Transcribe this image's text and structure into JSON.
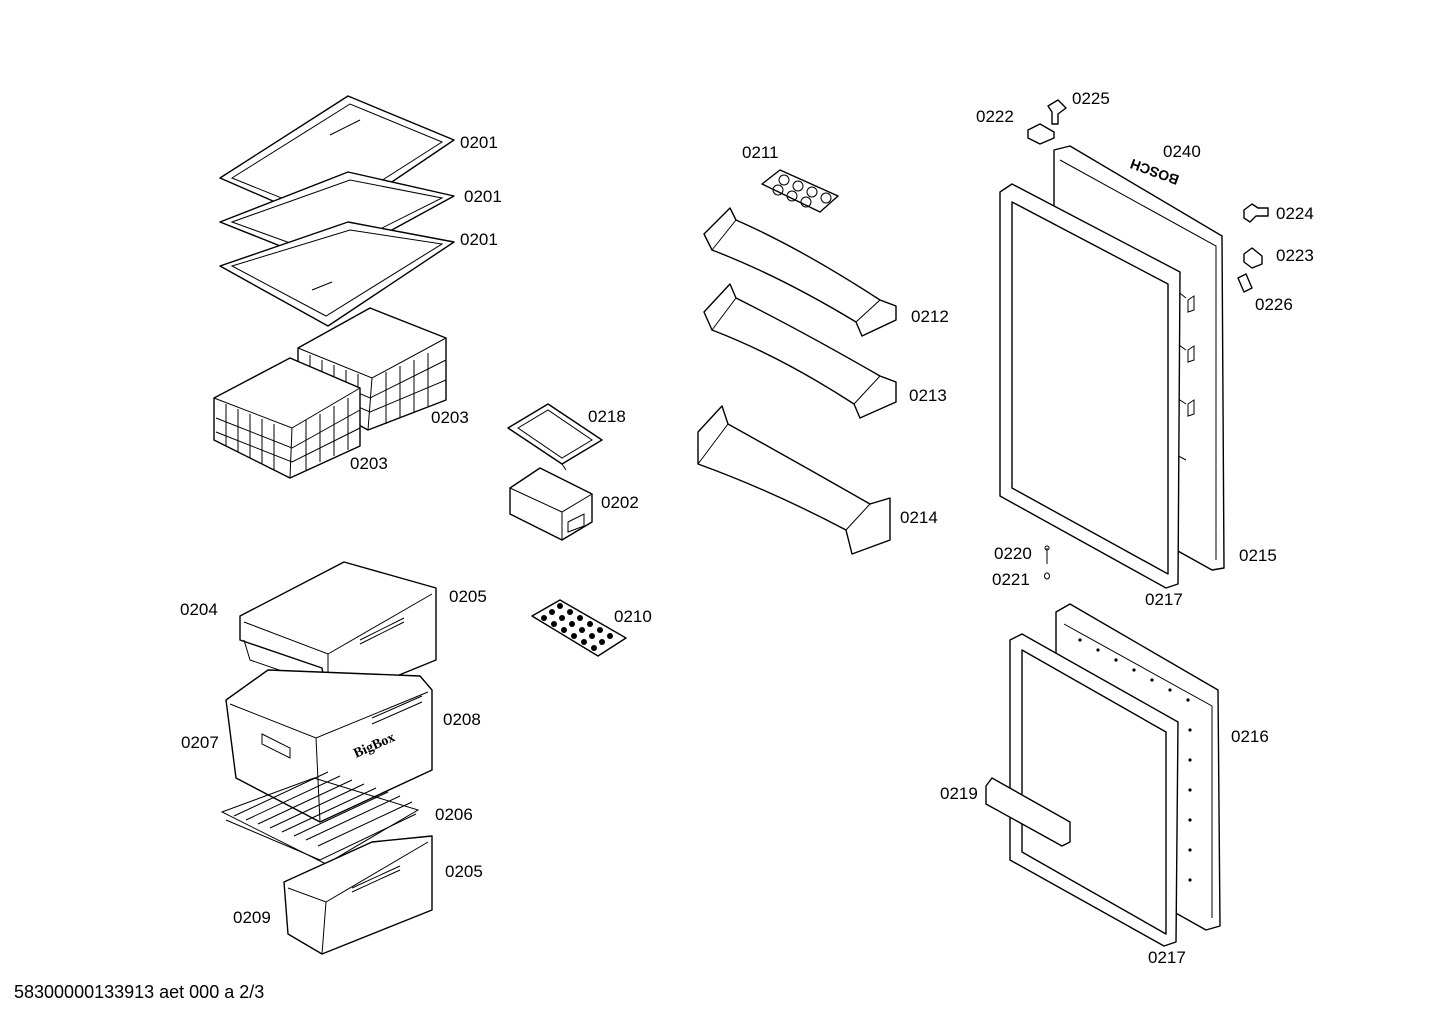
{
  "labels": [
    {
      "text": "0201"
    },
    {
      "text": "0201"
    },
    {
      "text": "0201"
    },
    {
      "text": "0203"
    },
    {
      "text": "0203"
    },
    {
      "text": "0218"
    },
    {
      "text": "0202"
    },
    {
      "text": "0211"
    },
    {
      "text": "0212"
    },
    {
      "text": "0213"
    },
    {
      "text": "0214"
    },
    {
      "text": "0222"
    },
    {
      "text": "0225"
    },
    {
      "text": "0240"
    },
    {
      "text": "0224"
    },
    {
      "text": "0223"
    },
    {
      "text": "0226"
    },
    {
      "text": "0220"
    },
    {
      "text": "0221"
    },
    {
      "text": "0215"
    },
    {
      "text": "0217"
    },
    {
      "text": "0204"
    },
    {
      "text": "0205"
    },
    {
      "text": "0210"
    },
    {
      "text": "0207"
    },
    {
      "text": "0208"
    },
    {
      "text": "0206"
    },
    {
      "text": "0205"
    },
    {
      "text": "0209"
    },
    {
      "text": "0216"
    },
    {
      "text": "0219"
    },
    {
      "text": "0217"
    }
  ],
  "brand_text": "BOSCH",
  "box_text": "BigBox",
  "footer": "58300000133913 aet 000 a 2/3"
}
